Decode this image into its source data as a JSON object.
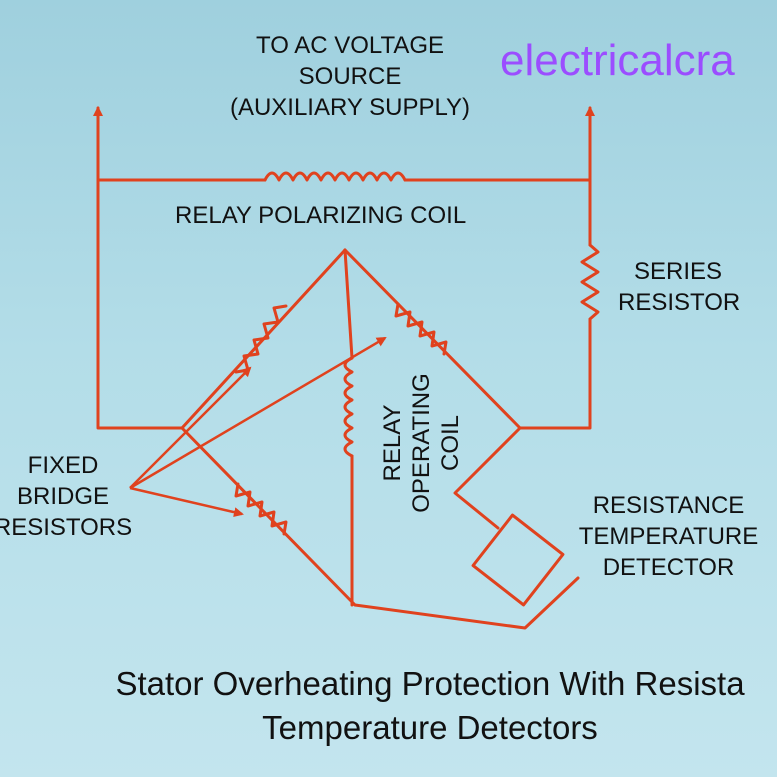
{
  "watermark": "electricalcra",
  "labels": {
    "ac_source": [
      "TO AC VOLTAGE",
      "SOURCE",
      "(AUXILIARY SUPPLY)"
    ],
    "polarizing_coil": "RELAY POLARIZING COIL",
    "series_resistor": [
      "SERIES",
      "RESISTOR"
    ],
    "operating_coil": [
      "RELAY",
      "OPERATING",
      "COIL"
    ],
    "fixed_bridge": [
      "FIXED",
      "BRIDGE",
      "RESISTORS"
    ],
    "rtd": [
      "RESISTANCE",
      "TEMPERATURE",
      "DETECTOR"
    ]
  },
  "caption": [
    "Stator Overheating Protection With Resista",
    "Temperature Detectors"
  ],
  "colors": {
    "wire": "#e0421e",
    "text": "#111111",
    "watermark": "#9b4dff"
  }
}
